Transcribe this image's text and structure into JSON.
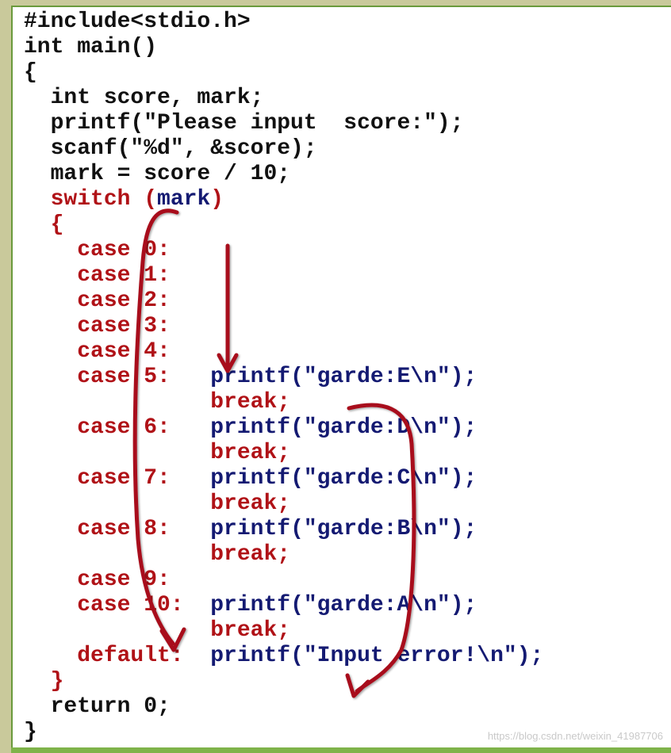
{
  "code": {
    "lines": [
      [
        {
          "t": "#include<stdio.h>",
          "c": "black"
        }
      ],
      [
        {
          "t": "int main()",
          "c": "black"
        }
      ],
      [
        {
          "t": "{",
          "c": "black"
        }
      ],
      [
        {
          "t": "  int score, mark;",
          "c": "black"
        }
      ],
      [
        {
          "t": "  printf(\"Please input  score:\");",
          "c": "black"
        }
      ],
      [
        {
          "t": "  scanf(\"%d\", &score);",
          "c": "black"
        }
      ],
      [
        {
          "t": "  mark = score / 10;",
          "c": "black"
        }
      ],
      [
        {
          "t": "  switch (",
          "c": "red"
        },
        {
          "t": "mark",
          "c": "blue"
        },
        {
          "t": ")",
          "c": "red"
        }
      ],
      [
        {
          "t": "  {",
          "c": "red"
        }
      ],
      [
        {
          "t": "    case 0:",
          "c": "red"
        }
      ],
      [
        {
          "t": "    case 1:",
          "c": "red"
        }
      ],
      [
        {
          "t": "    case 2:",
          "c": "red"
        }
      ],
      [
        {
          "t": "    case 3:",
          "c": "red"
        }
      ],
      [
        {
          "t": "    case 4:",
          "c": "red"
        }
      ],
      [
        {
          "t": "    case 5:   ",
          "c": "red"
        },
        {
          "t": "printf(\"garde:E\\n\");",
          "c": "blue"
        }
      ],
      [
        {
          "t": "              ",
          "c": "red"
        },
        {
          "t": "break;",
          "c": "red"
        }
      ],
      [
        {
          "t": "    case 6:   ",
          "c": "red"
        },
        {
          "t": "printf(\"garde:D\\n\");",
          "c": "blue"
        }
      ],
      [
        {
          "t": "              ",
          "c": "red"
        },
        {
          "t": "break;",
          "c": "red"
        }
      ],
      [
        {
          "t": "    case 7:   ",
          "c": "red"
        },
        {
          "t": "printf(\"garde:C\\n\");",
          "c": "blue"
        }
      ],
      [
        {
          "t": "              ",
          "c": "red"
        },
        {
          "t": "break;",
          "c": "red"
        }
      ],
      [
        {
          "t": "    case 8:   ",
          "c": "red"
        },
        {
          "t": "printf(\"garde:B\\n\");",
          "c": "blue"
        }
      ],
      [
        {
          "t": "              ",
          "c": "red"
        },
        {
          "t": "break;",
          "c": "red"
        }
      ],
      [
        {
          "t": "    case 9:",
          "c": "red"
        }
      ],
      [
        {
          "t": "    case 10:  ",
          "c": "red"
        },
        {
          "t": "printf(\"garde:A\\n\");",
          "c": "blue"
        }
      ],
      [
        {
          "t": "              ",
          "c": "red"
        },
        {
          "t": "break;",
          "c": "red"
        }
      ],
      [
        {
          "t": "    default:  ",
          "c": "red"
        },
        {
          "t": "printf(\"Input error!\\n\");",
          "c": "blue"
        }
      ],
      [
        {
          "t": "  }",
          "c": "red"
        }
      ],
      [
        {
          "t": "  return 0;",
          "c": "black"
        }
      ],
      [
        {
          "t": "}",
          "c": "black"
        }
      ]
    ]
  },
  "colors": {
    "keyword_red": "#b01217",
    "call_blue": "#141a72",
    "text_black": "#111111",
    "arrow_red": "#a8101a",
    "border_green": "#6a9a3c",
    "bottom_bar_green": "#7fb34a"
  },
  "arrows": [
    {
      "name": "flow-arrow-to-default"
    },
    {
      "name": "flow-arrow-to-case5"
    },
    {
      "name": "flow-arrow-break-to-end"
    }
  ],
  "watermark": "https://blog.csdn.net/weixin_41987706"
}
